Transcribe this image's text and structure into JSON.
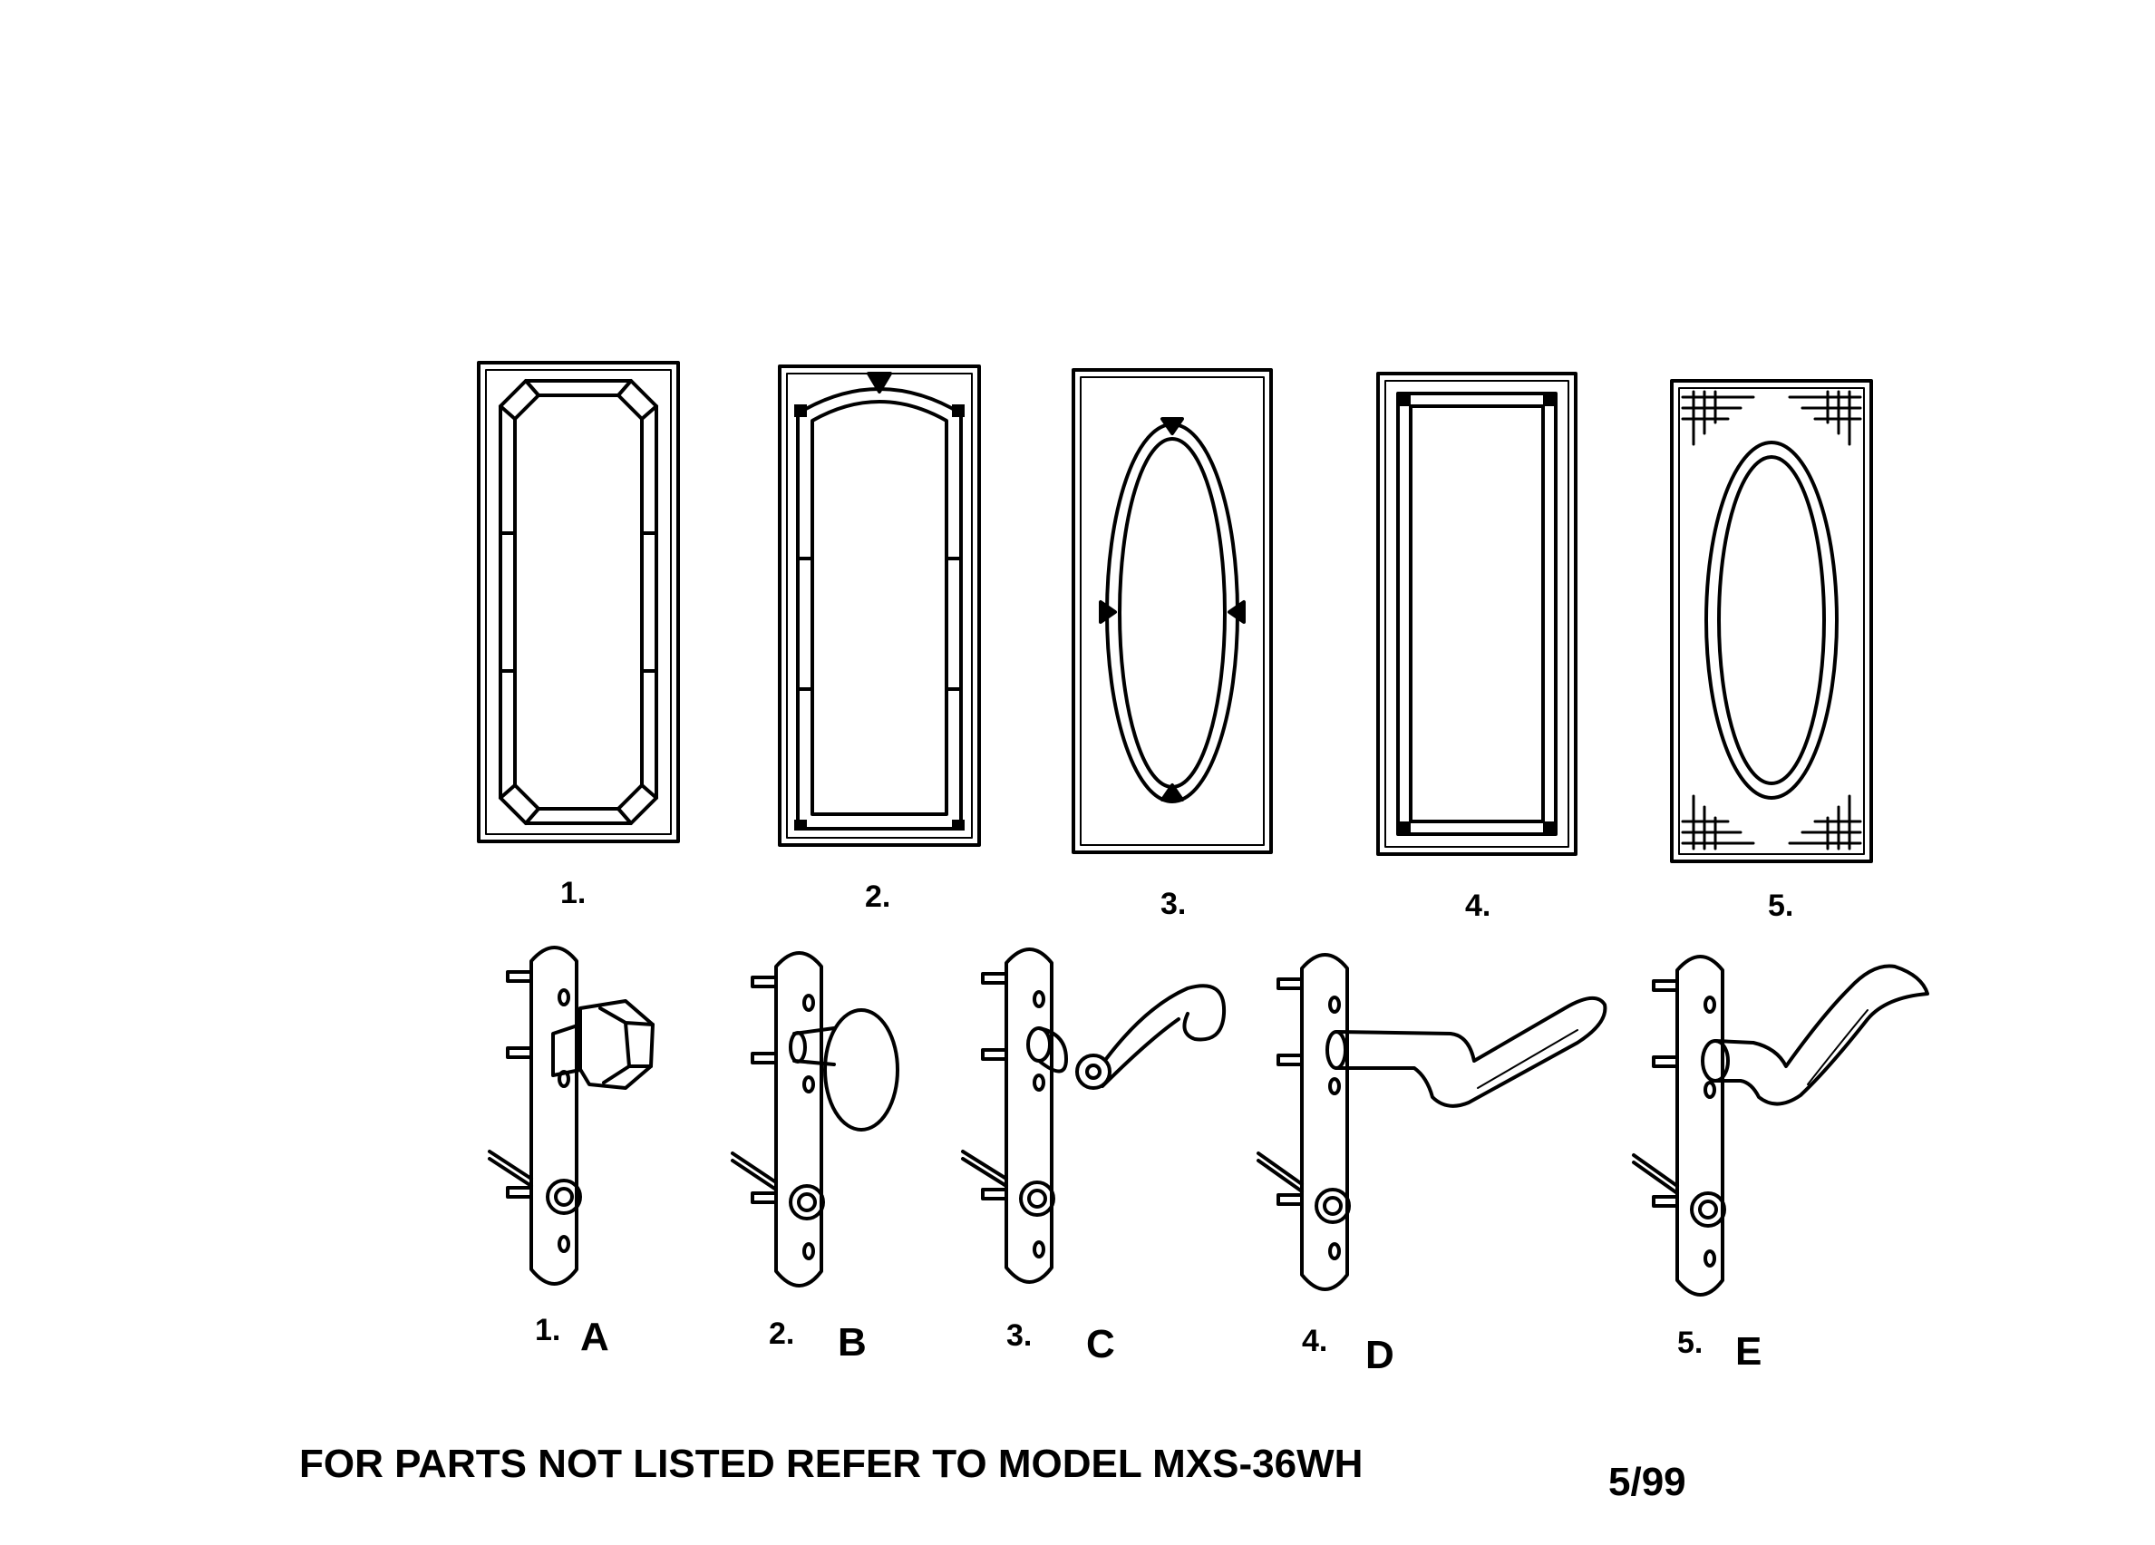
{
  "panels": [
    {
      "number": "1.",
      "style": "clipped-corner-rectangle"
    },
    {
      "number": "2.",
      "style": "arched-top"
    },
    {
      "number": "3.",
      "style": "oval-with-clips"
    },
    {
      "number": "4.",
      "style": "double-rectangle"
    },
    {
      "number": "5.",
      "style": "oval-with-corner-lines"
    }
  ],
  "handles": [
    {
      "number": "1.",
      "letter": "A",
      "style": "octagonal-knob"
    },
    {
      "number": "2.",
      "letter": "B",
      "style": "oval-knob"
    },
    {
      "number": "3.",
      "letter": "C",
      "style": "scroll-lever"
    },
    {
      "number": "4.",
      "letter": "D",
      "style": "straight-lever"
    },
    {
      "number": "5.",
      "letter": "E",
      "style": "curved-lever"
    }
  ],
  "footer": {
    "note": "FOR PARTS NOT LISTED REFER TO MODEL MXS-36WH",
    "date": "5/99"
  }
}
